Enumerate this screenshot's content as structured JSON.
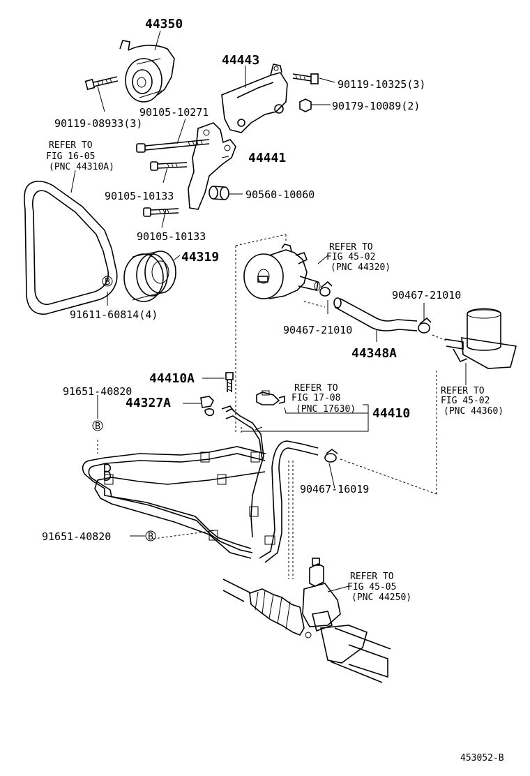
{
  "diagram_id": "453052-B",
  "labels": {
    "p44350": "44350",
    "p44443": "44443",
    "p90119_10325": "90119-10325(3)",
    "p90179_10089": "90179-10089(2)",
    "p90105_10271": "90105-10271",
    "p90119_08933": "90119-08933(3)",
    "p44441": "44441",
    "p90105_10133a": "90105-10133",
    "p90560_10060": "90560-10060",
    "p90105_10133b": "90105-10133",
    "p44319": "44319",
    "p91611_60814": "91611-60814(4)",
    "p90467_21010a": "90467-21010",
    "p90467_21010b": "90467-21010",
    "p44348A": "44348A",
    "p44410A": "44410A",
    "p91651_40820a": "91651-40820",
    "p44327A": "44327A",
    "p44410": "44410",
    "p90467_16019": "90467-16019",
    "p91651_40820b": "91651-40820"
  },
  "refs": {
    "belt": {
      "l1": "REFER TO",
      "l2": "FIG 16-05",
      "l3": "(PNC 44310A)"
    },
    "pump": {
      "l1": "REFER TO",
      "l2": "FIG 45-02",
      "l3": "(PNC 44320)"
    },
    "sensor": {
      "l1": "REFER TO",
      "l2": "FIG 17-08",
      "l3": "(PNC 17630)"
    },
    "reservoir": {
      "l1": "REFER TO",
      "l2": "FIG 45-02",
      "l3": "(PNC 44360)"
    },
    "gear": {
      "l1": "REFER TO",
      "l2": "FIG 45-05",
      "l3": "(PNC 44250)"
    }
  },
  "markers": {
    "b": "B"
  }
}
